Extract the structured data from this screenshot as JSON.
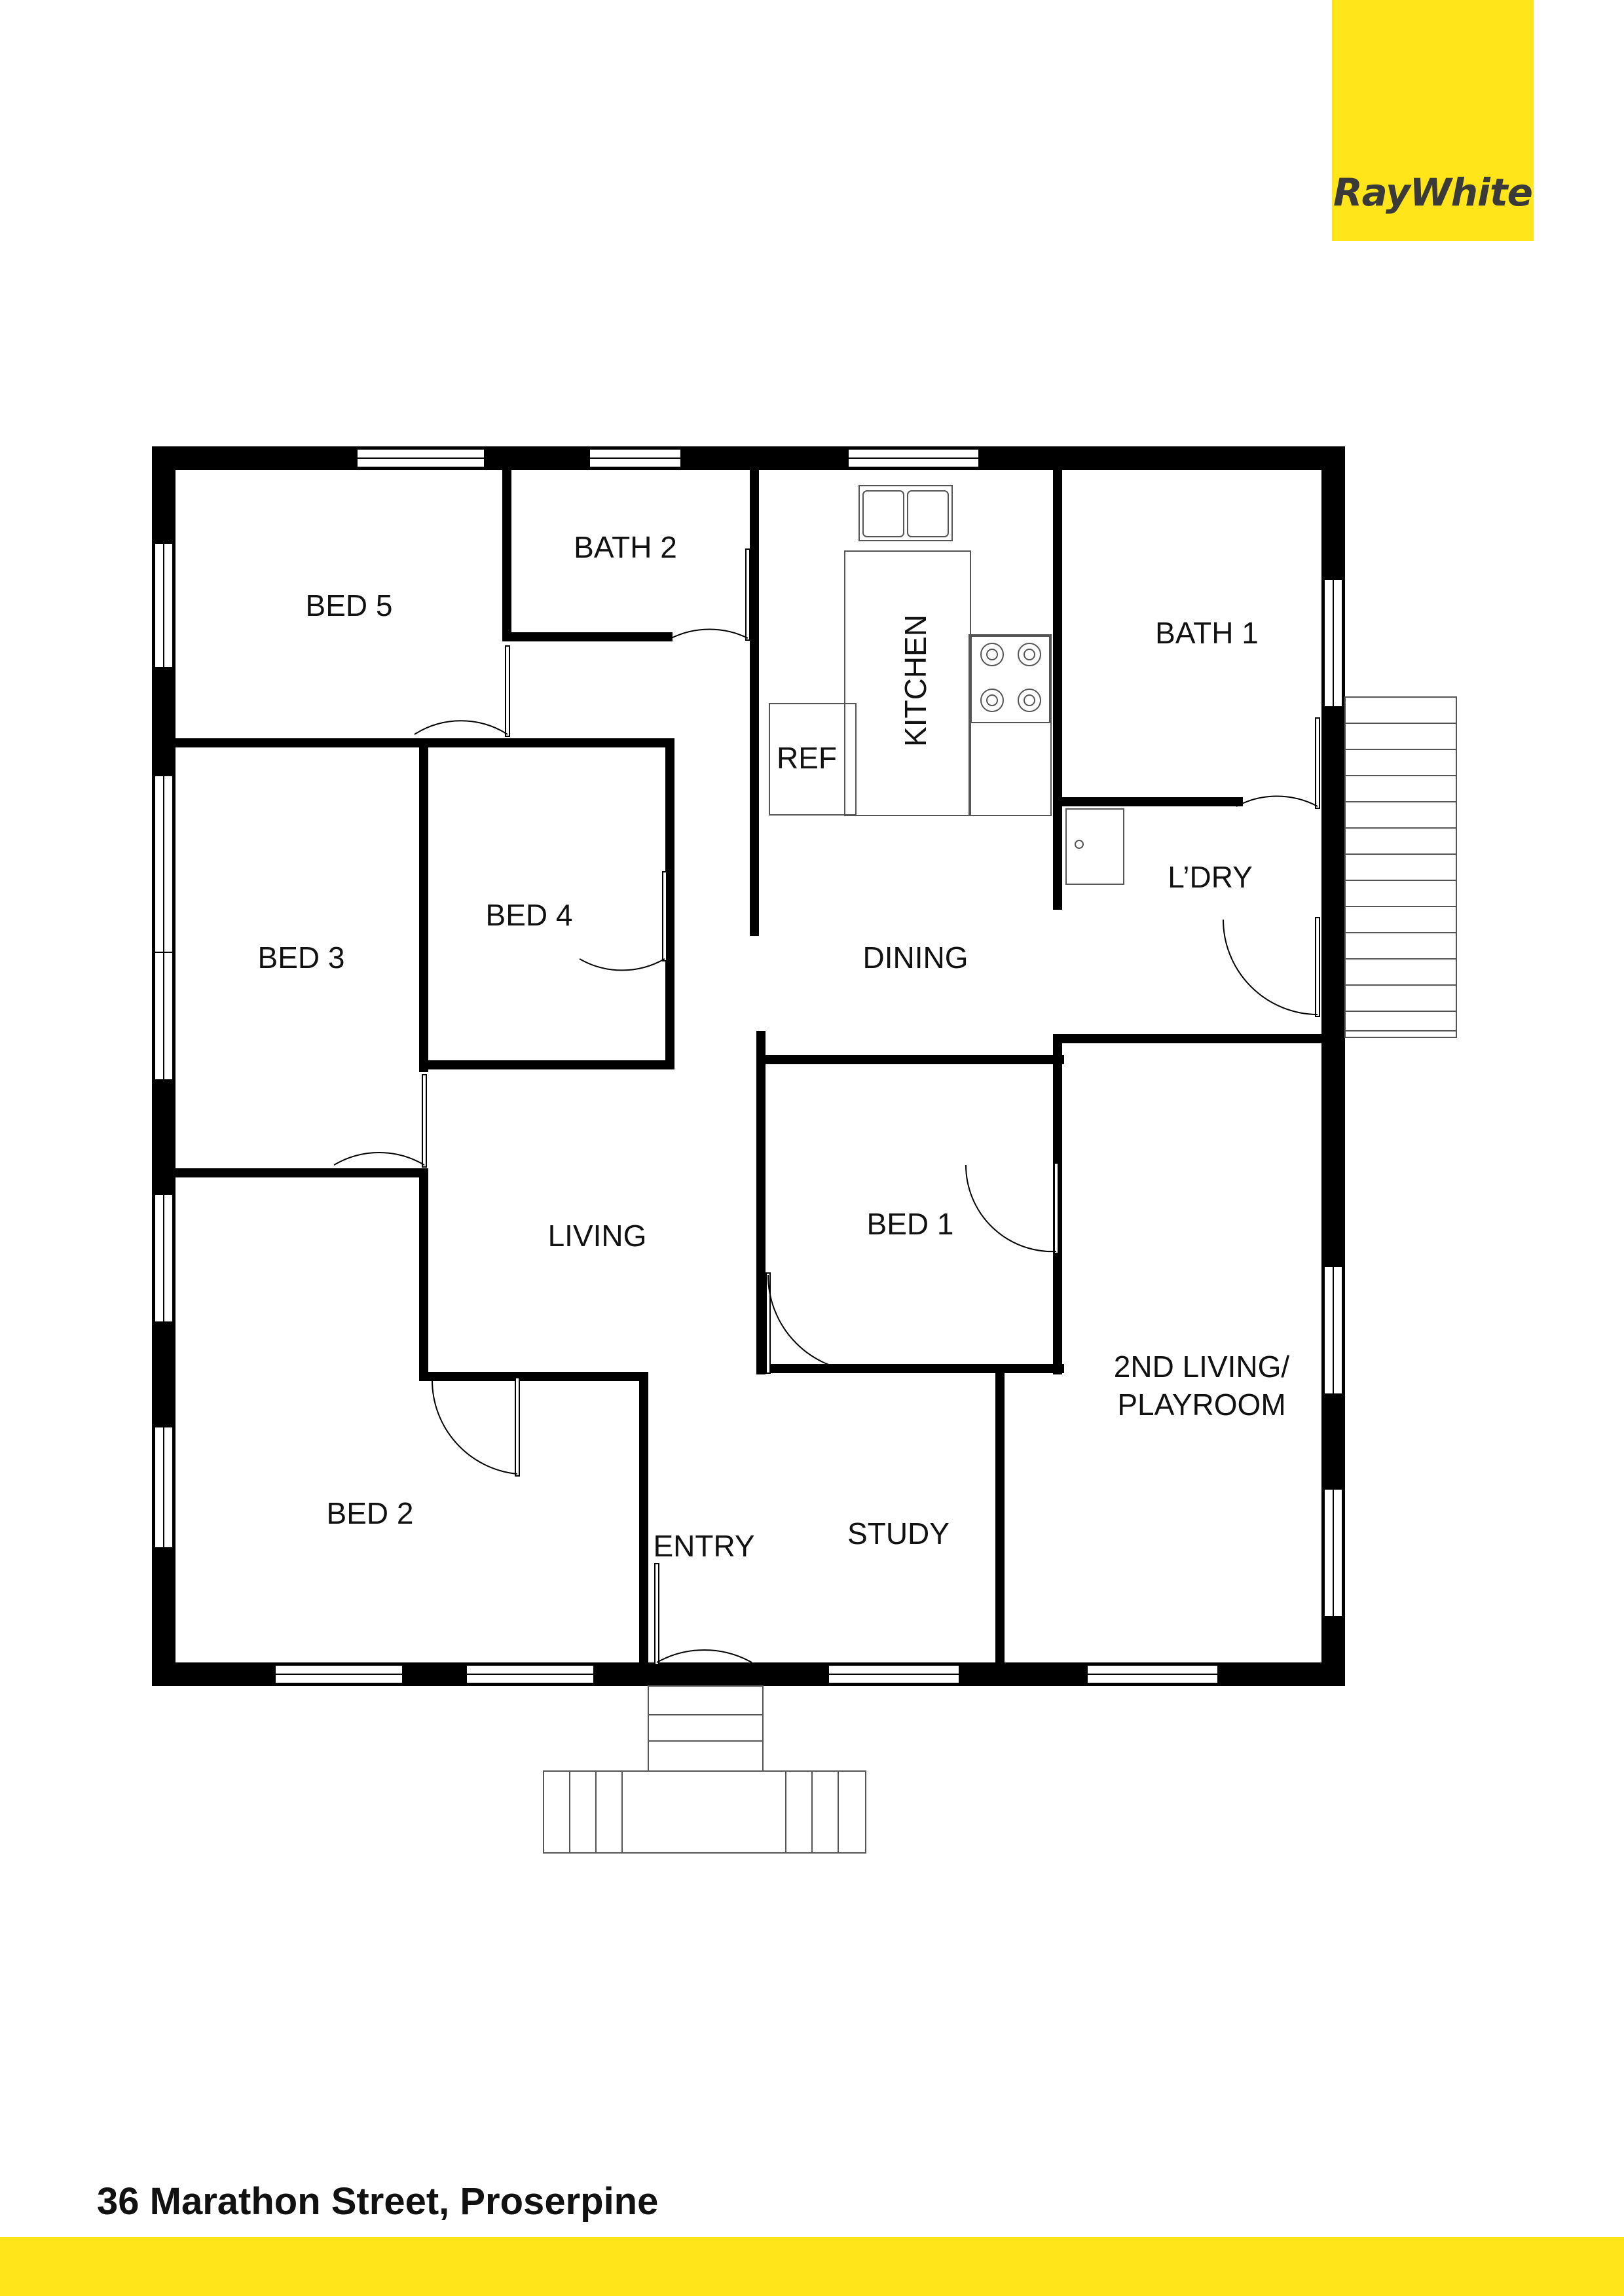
{
  "brand": {
    "name": "RayWhite",
    "color": "#ffe51a"
  },
  "address": "36 Marathon Street, Proserpine",
  "rooms": {
    "bed5": "BED 5",
    "bath2": "BATH 2",
    "kitchen": "KITCHEN",
    "bath1": "BATH 1",
    "ref": "REF",
    "laundry": "L’DRY",
    "bed4": "BED 4",
    "bed3": "BED 3",
    "dining": "DINING",
    "bed1": "BED 1",
    "living": "LIVING",
    "living2_line1": "2ND LIVING/",
    "living2_line2": "PLAYROOM",
    "bed2": "BED 2",
    "entry": "ENTRY",
    "study": "STUDY"
  },
  "colors": {
    "wall": "#000000",
    "fixture": "#555555"
  }
}
